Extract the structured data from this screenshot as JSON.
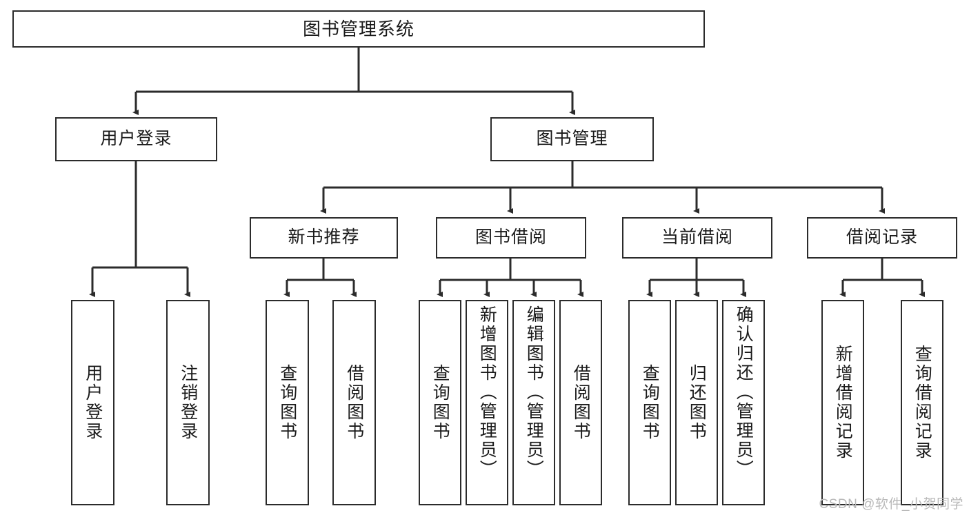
{
  "diagram": {
    "type": "tree",
    "title": "图书管理系统",
    "watermark": "CSDN @软件_小贺同学",
    "colors": {
      "stroke": "#2b2b2b",
      "fill": "#ffffff",
      "text": "#1a1a1a",
      "watermark": "#b9b9b9"
    },
    "root": {
      "label": "图书管理系统"
    },
    "level1": [
      {
        "label": "用户登录"
      },
      {
        "label": "图书管理"
      }
    ],
    "level2": [
      {
        "label": "新书推荐"
      },
      {
        "label": "图书借阅"
      },
      {
        "label": "当前借阅"
      },
      {
        "label": "借阅记录"
      }
    ],
    "leaves": {
      "user_login": [
        {
          "label": "用户登录"
        },
        {
          "label": "注销登录"
        }
      ],
      "new_book": [
        {
          "label": "查询图书"
        },
        {
          "label": "借阅图书"
        }
      ],
      "borrow_book": [
        {
          "label": "查询图书"
        },
        {
          "label": "新增图书（管理员）"
        },
        {
          "label": "编辑图书（管理员）"
        },
        {
          "label": "借阅图书"
        }
      ],
      "current_borrow": [
        {
          "label": "查询图书"
        },
        {
          "label": "归还图书"
        },
        {
          "label": "确认归还（管理员）"
        }
      ],
      "borrow_record": [
        {
          "label": "新增借阅记录"
        },
        {
          "label": "查询借阅记录"
        }
      ]
    }
  }
}
